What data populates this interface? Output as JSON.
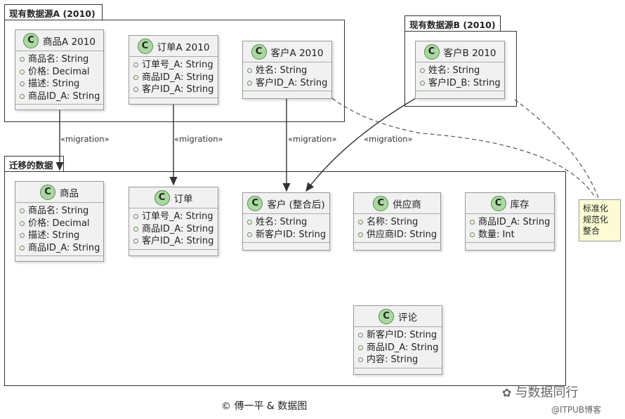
{
  "packages": {
    "source_a": "现有数据源A (2010)",
    "source_b": "现有数据源B (2010)",
    "migrated": "迁移的数据"
  },
  "classes": {
    "product_a": {
      "name": "商品A 2010",
      "fields": [
        "商品名: String",
        "价格: Decimal",
        "描述: String",
        "商品ID_A: String"
      ]
    },
    "order_a": {
      "name": "订单A 2010",
      "fields": [
        "订单号_A: String",
        "商品ID_A: String",
        "客户ID_A: String"
      ]
    },
    "customer_a": {
      "name": "客户A 2010",
      "fields": [
        "姓名: String",
        "客户ID_A: String"
      ]
    },
    "customer_b": {
      "name": "客户B 2010",
      "fields": [
        "姓名: String",
        "客户ID_B: String"
      ]
    },
    "product": {
      "name": "商品",
      "fields": [
        "商品名: String",
        "价格: Decimal",
        "描述: String",
        "商品ID_A: String"
      ]
    },
    "order": {
      "name": "订单",
      "fields": [
        "订单号_A: String",
        "商品ID_A: String",
        "客户ID_A: String"
      ]
    },
    "customer": {
      "name": "客户 (整合后)",
      "fields": [
        "姓名: String",
        "新客户ID: String"
      ]
    },
    "supplier": {
      "name": "供应商",
      "fields": [
        "名称: String",
        "供应商ID: String"
      ]
    },
    "inventory": {
      "name": "库存",
      "fields": [
        "商品ID_A: String",
        "数量: Int"
      ]
    },
    "review": {
      "name": "评论",
      "fields": [
        "新客户ID: String",
        "商品ID_A: String",
        "内容: String"
      ]
    }
  },
  "relations": {
    "migration_label": "«migration»"
  },
  "note": {
    "lines": [
      "标准化",
      "规范化",
      "整合"
    ]
  },
  "footer": {
    "credit": "© 傅一平 & 数据图",
    "watermark_main": "与数据同行",
    "watermark_sub": "@ITPUB博客"
  },
  "colors": {
    "class_bg": "#f1f1f1",
    "badge": "#a9d8a0",
    "note_bg": "#fbfbd4",
    "border": "#333333"
  }
}
